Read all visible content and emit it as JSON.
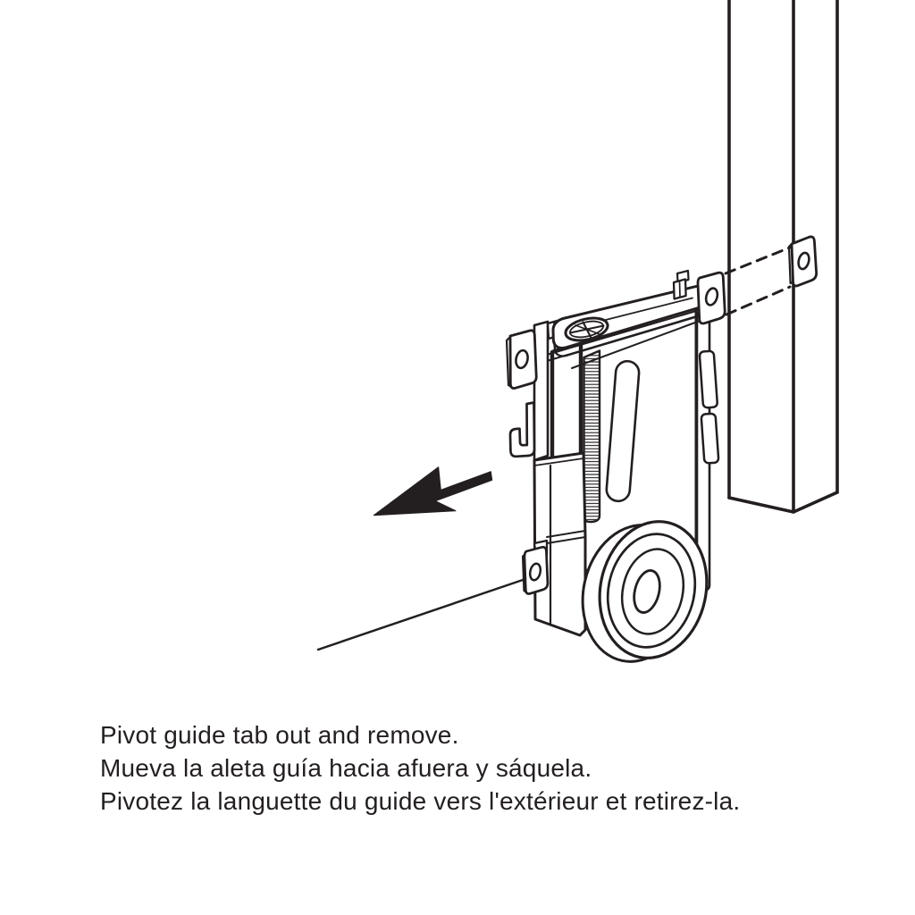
{
  "page": {
    "background": "#ffffff",
    "ink": "#231f20"
  },
  "captions": {
    "en": "Pivot guide tab out and remove.",
    "es": "Mueva la aleta guía hacia afuera y sáquela.",
    "fr": "Pivotez la languette du guide vers l'extérieur et retirez-la."
  },
  "illustration": {
    "subject": "bottom roller guide assembly pivoted away from post",
    "arrow_direction": "left",
    "parts": [
      "door-post",
      "post-mounting-tab",
      "alignment-dashed-lines",
      "adjustment-bracket",
      "adjustment-screw",
      "roller-housing",
      "threaded-rod",
      "left-bracket-tabs",
      "guide-hook",
      "bottom-tab",
      "roller-wheel",
      "direction-arrow",
      "floor-line"
    ]
  }
}
